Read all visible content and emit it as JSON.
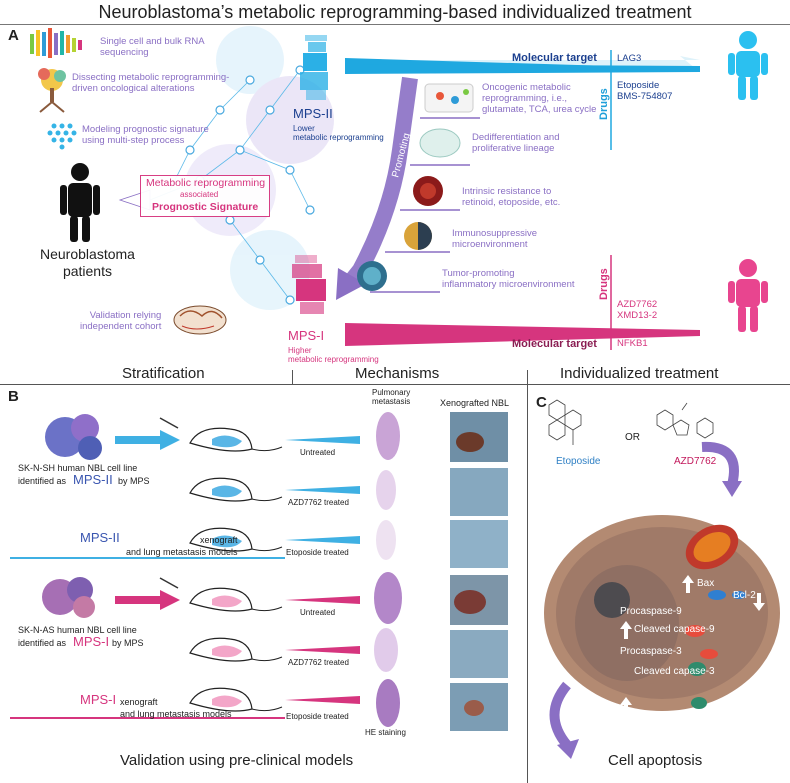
{
  "title": "Neuroblastoma’s metabolic reprogramming-based individualized treatment",
  "panel_a": {
    "label": "A",
    "steps": [
      "Single cell and bulk RNA\nsequencing",
      "Dissecting metabolic reprogramming-\ndriven oncological alterations",
      "Modeling prognostic signature\nusing multi-step process"
    ],
    "patients": "Neuroblastoma\npatients",
    "signature_line1": "Metabolic reprogramming",
    "signature_line2": "associated",
    "signature_line3": "Prognostic Signature",
    "validation": "Validation relying\nindependent cohort",
    "mps2": "MPS-II",
    "mps2_sub": "Lower\nmetabolic reprogramming",
    "mps1": "MPS-I",
    "mps1_sub": "Higher\nmetabolic reprogramming",
    "promoting": "Promoting",
    "mechanisms": [
      "Oncogenic metabolic\nreprogramming, i.e.,\nglutamate, TCA, urea cycle",
      "Dedifferentiation and\nproliferative lineage",
      "Intrinsic resistance to\nretinoid, etoposide, etc.",
      "Immunosuppressive\nmicroenvironment",
      "Tumor-promoting\ninflammatory microenvironment"
    ],
    "blue_target_label": "Molecular target",
    "blue_target": "LAG3",
    "blue_drugs_label": "Drugs",
    "blue_drugs": "Etoposide\nBMS-754807",
    "pink_drugs_label": "Drugs",
    "pink_drugs": "AZD7762\nXMD13-2",
    "pink_target_label": "Molecular target",
    "pink_target": "NFKB1",
    "colors": {
      "blue": "#1fa8e0",
      "pink": "#d6357e",
      "purple": "#8a6fc4"
    }
  },
  "section_headers": {
    "stratification": "Stratification",
    "mechanisms": "Mechanisms",
    "treatment": "Individualized treatment"
  },
  "panel_b": {
    "label": "B",
    "col_pulmonary": "Pulmonary\nmetastasis",
    "col_xeno": "Xenografted NBL",
    "cell_line_1_prefix": "SK-N-SH human NBL cell line\nidentified as",
    "cell_line_1_mps": "MPS-II",
    "cell_line_1_suffix": "by MPS",
    "model_1_mps": "MPS-II",
    "model_1_text": "xenograft\nand lung metastasis models",
    "cell_line_2_prefix": "SK-N-AS human NBL cell line\nidentified as",
    "cell_line_2_mps": "MPS-I",
    "cell_line_2_suffix": "by MPS",
    "model_2_mps": "MPS-I",
    "model_2_text": "xenograft\nand lung metastasis models",
    "treatments": [
      "Untreated",
      "AZD7762 treated",
      "Etoposide treated",
      "Untreated",
      "AZD7762 treated",
      "Etoposide treated"
    ],
    "he": "HE staining",
    "footer": "Validation using pre-clinical models"
  },
  "panel_c": {
    "label": "C",
    "drug1": "Etoposide",
    "or": "OR",
    "drug2": "AZD7762",
    "bax": "Bax",
    "bcl2": "Bcl-2",
    "procaspase9": "Procaspase-9",
    "cleaved9": "Cleaved capase-9",
    "procaspase3": "Procaspase-3",
    "cleaved3": "Cleaved capase-3",
    "footer": "Cell apoptosis"
  }
}
